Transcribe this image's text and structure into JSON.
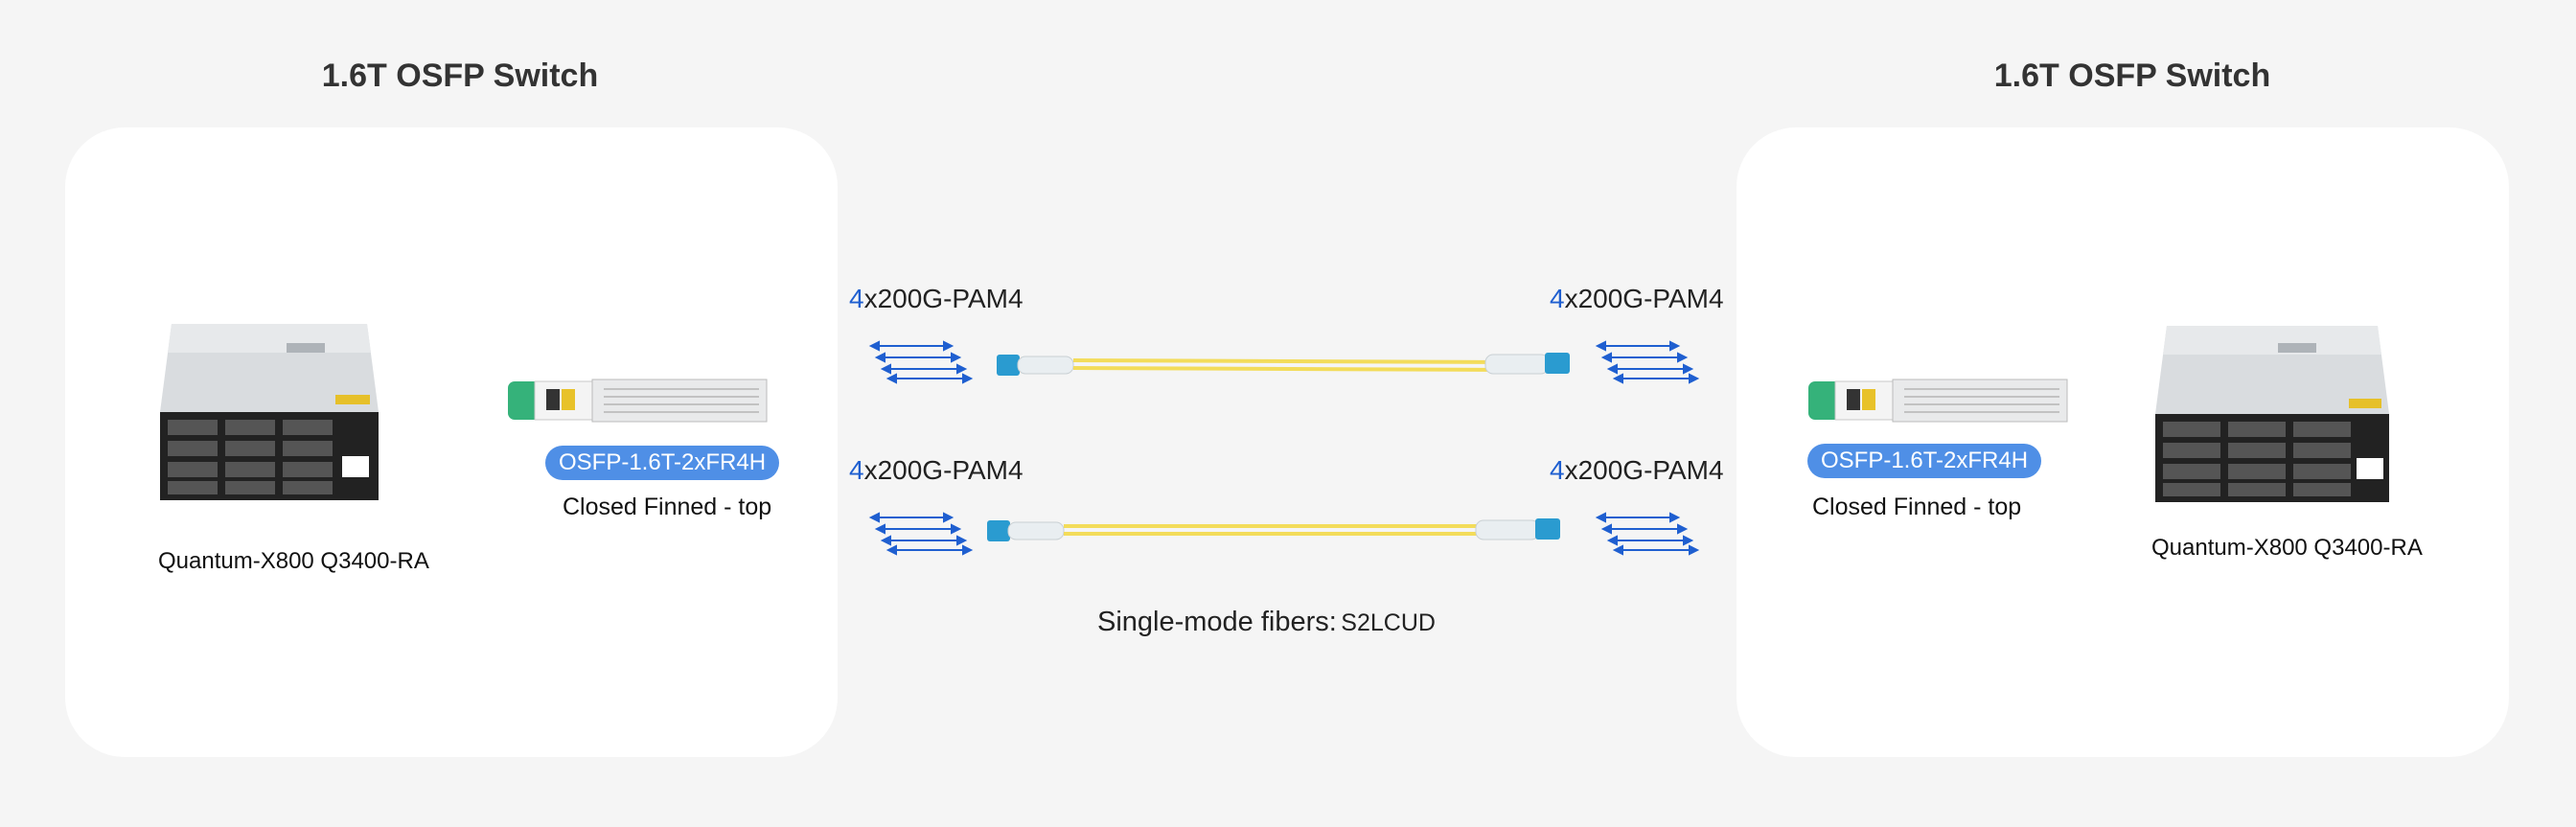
{
  "left": {
    "title": "1.6T OSFP Switch",
    "switch_label": "Quantum-X800 Q3400-RA",
    "module_badge": "OSFP-1.6T-2xFR4H",
    "module_label": "Closed Finned - top"
  },
  "right": {
    "title": "1.6T OSFP Switch",
    "switch_label": "Quantum-X800 Q3400-RA",
    "module_badge": "OSFP-1.6T-2xFR4H",
    "module_label": "Closed Finned - top"
  },
  "lanes": {
    "count": "4",
    "rate": "x200G-PAM4"
  },
  "fiber": {
    "label": "Single-mode fibers:",
    "code": "S2LCUD"
  },
  "colors": {
    "accent_blue": "#1f5fd0",
    "badge_blue": "#4f8fe6",
    "fiber_yellow": "#f3dc5a",
    "connector_blue": "#2a9bd0"
  }
}
